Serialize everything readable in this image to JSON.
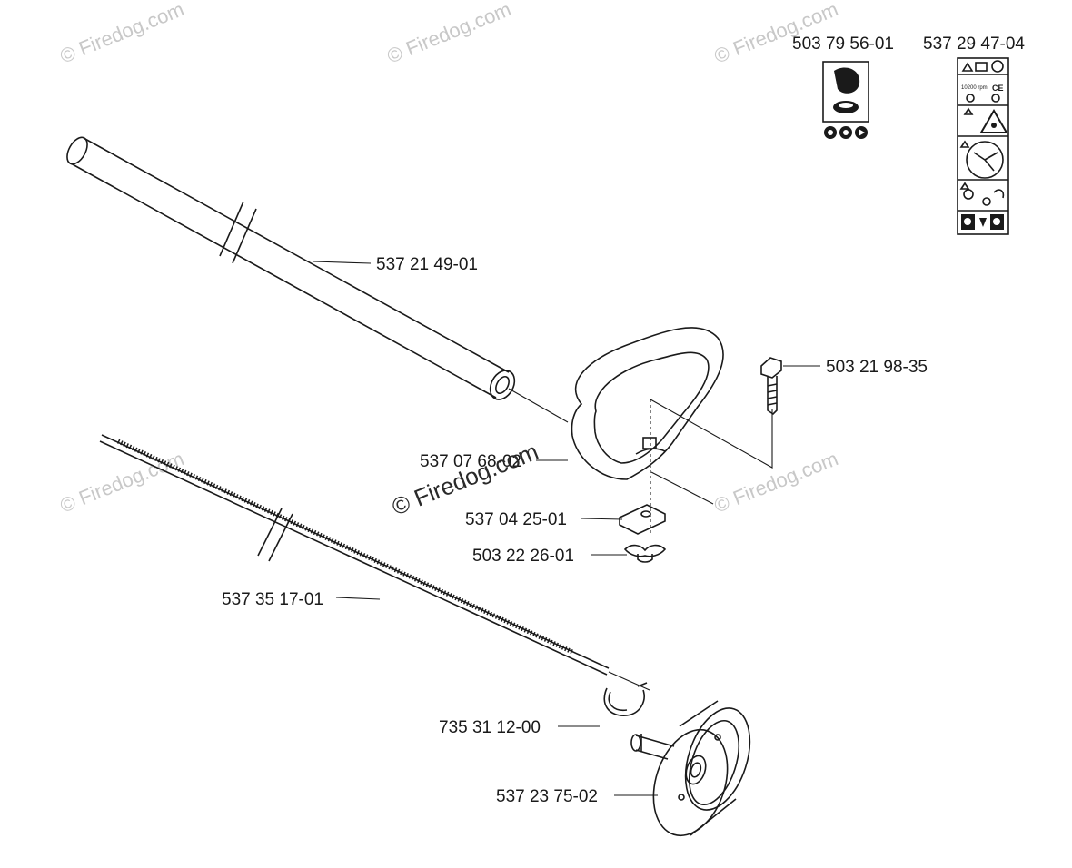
{
  "watermark": {
    "repeat_text": "© Firedog.com",
    "main_text": "© Firedog.com"
  },
  "parts": {
    "decal_a": "503 79 56-01",
    "decal_b": "537 29 47-04",
    "shaft_tube": "537 21 49-01",
    "bolt": "503 21 98-35",
    "handle": "537 07 68-02",
    "clamp_plate": "537 04 25-01",
    "wing_nut": "503 22 26-01",
    "drive_shaft": "537 35 17-01",
    "clip": "735 31 12-00",
    "clutch_drum": "537 23 75-02"
  },
  "decal_b_text": {
    "ce": "CE",
    "rpm": "10200 rpm"
  }
}
